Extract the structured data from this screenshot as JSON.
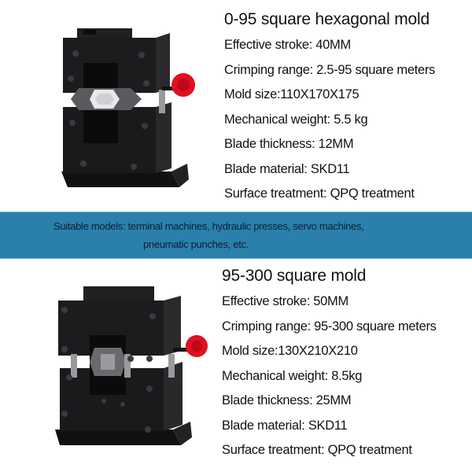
{
  "colors": {
    "banner_bg": "#2a80ab",
    "banner_text": "#0e1f33",
    "knob_red": "#e01020",
    "mold_body": "#1b1b1d"
  },
  "products": [
    {
      "title": "0-95 square hexagonal mold",
      "image_icon": "hexagonal-crimping-mold-image",
      "specs": [
        "Effective stroke: 40MM",
        "Crimping range: 2.5-95 square meters",
        "Mold size:110X170X175",
        "Mechanical weight: 5.5 kg",
        "Blade thickness: 12MM",
        "Blade material: SKD11",
        "Surface treatment: QPQ treatment"
      ]
    },
    {
      "title": "95-300 square mold",
      "image_icon": "square-crimping-mold-image",
      "specs": [
        "Effective stroke: 50MM",
        "Crimping range: 95-300 square meters",
        "Mold size:130X210X210",
        "Mechanical weight: 8.5kg",
        "Blade thickness: 25MM",
        "Blade material: SKD11",
        "Surface treatment: QPQ treatment"
      ]
    }
  ],
  "banner": {
    "line1": "Suitable models: terminal machines, hydraulic presses, servo machines,",
    "line2": "pneumatic punches, etc."
  }
}
